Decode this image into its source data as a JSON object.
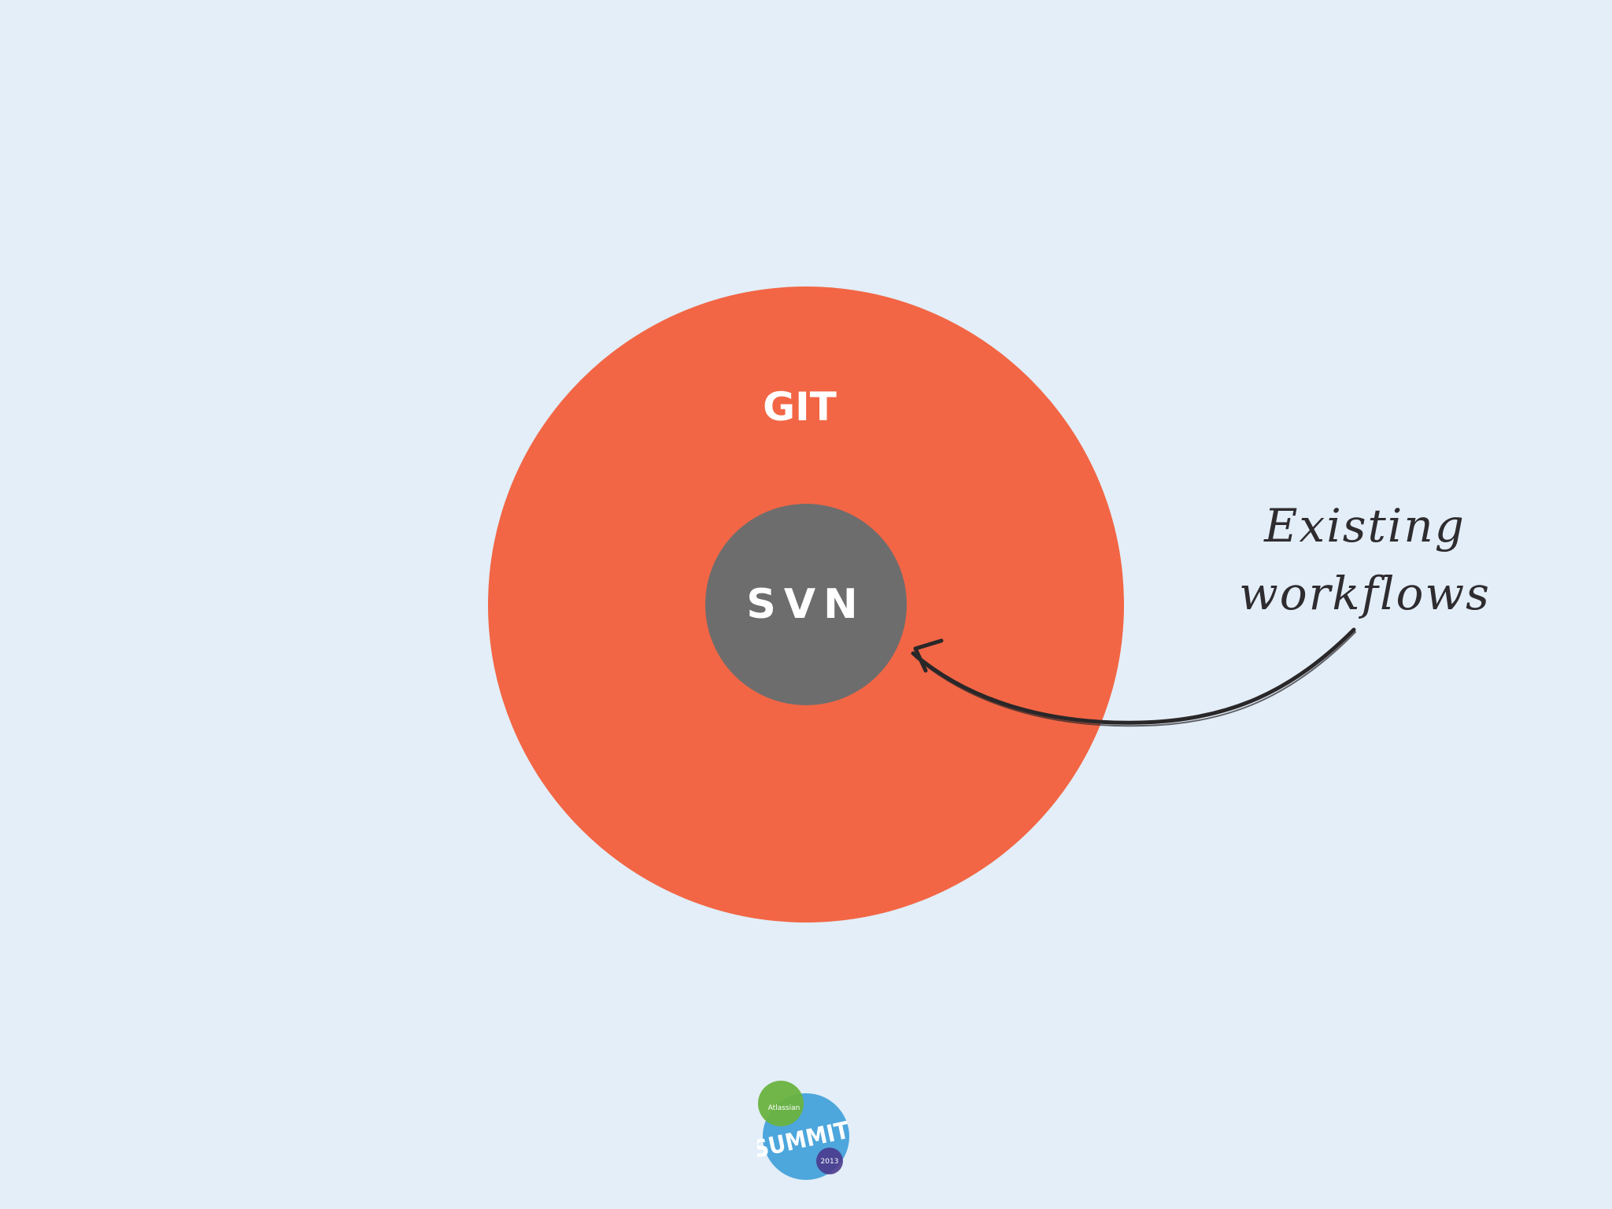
{
  "diagram": {
    "outer": {
      "label": "GIT",
      "color": "#f26645"
    },
    "inner": {
      "label": "SVN",
      "color": "#6e6d6d"
    },
    "annotation": {
      "line1": "Existing",
      "line2": "workflows",
      "color": "#2f2c30"
    }
  },
  "logo": {
    "brand": "Atlassian",
    "word": "SUMMIT",
    "year": "2013",
    "colors": {
      "blue": "#4da6dc",
      "green": "#6ab23f",
      "purple": "#4b3a8c"
    }
  },
  "background_color": "#e3eef8"
}
